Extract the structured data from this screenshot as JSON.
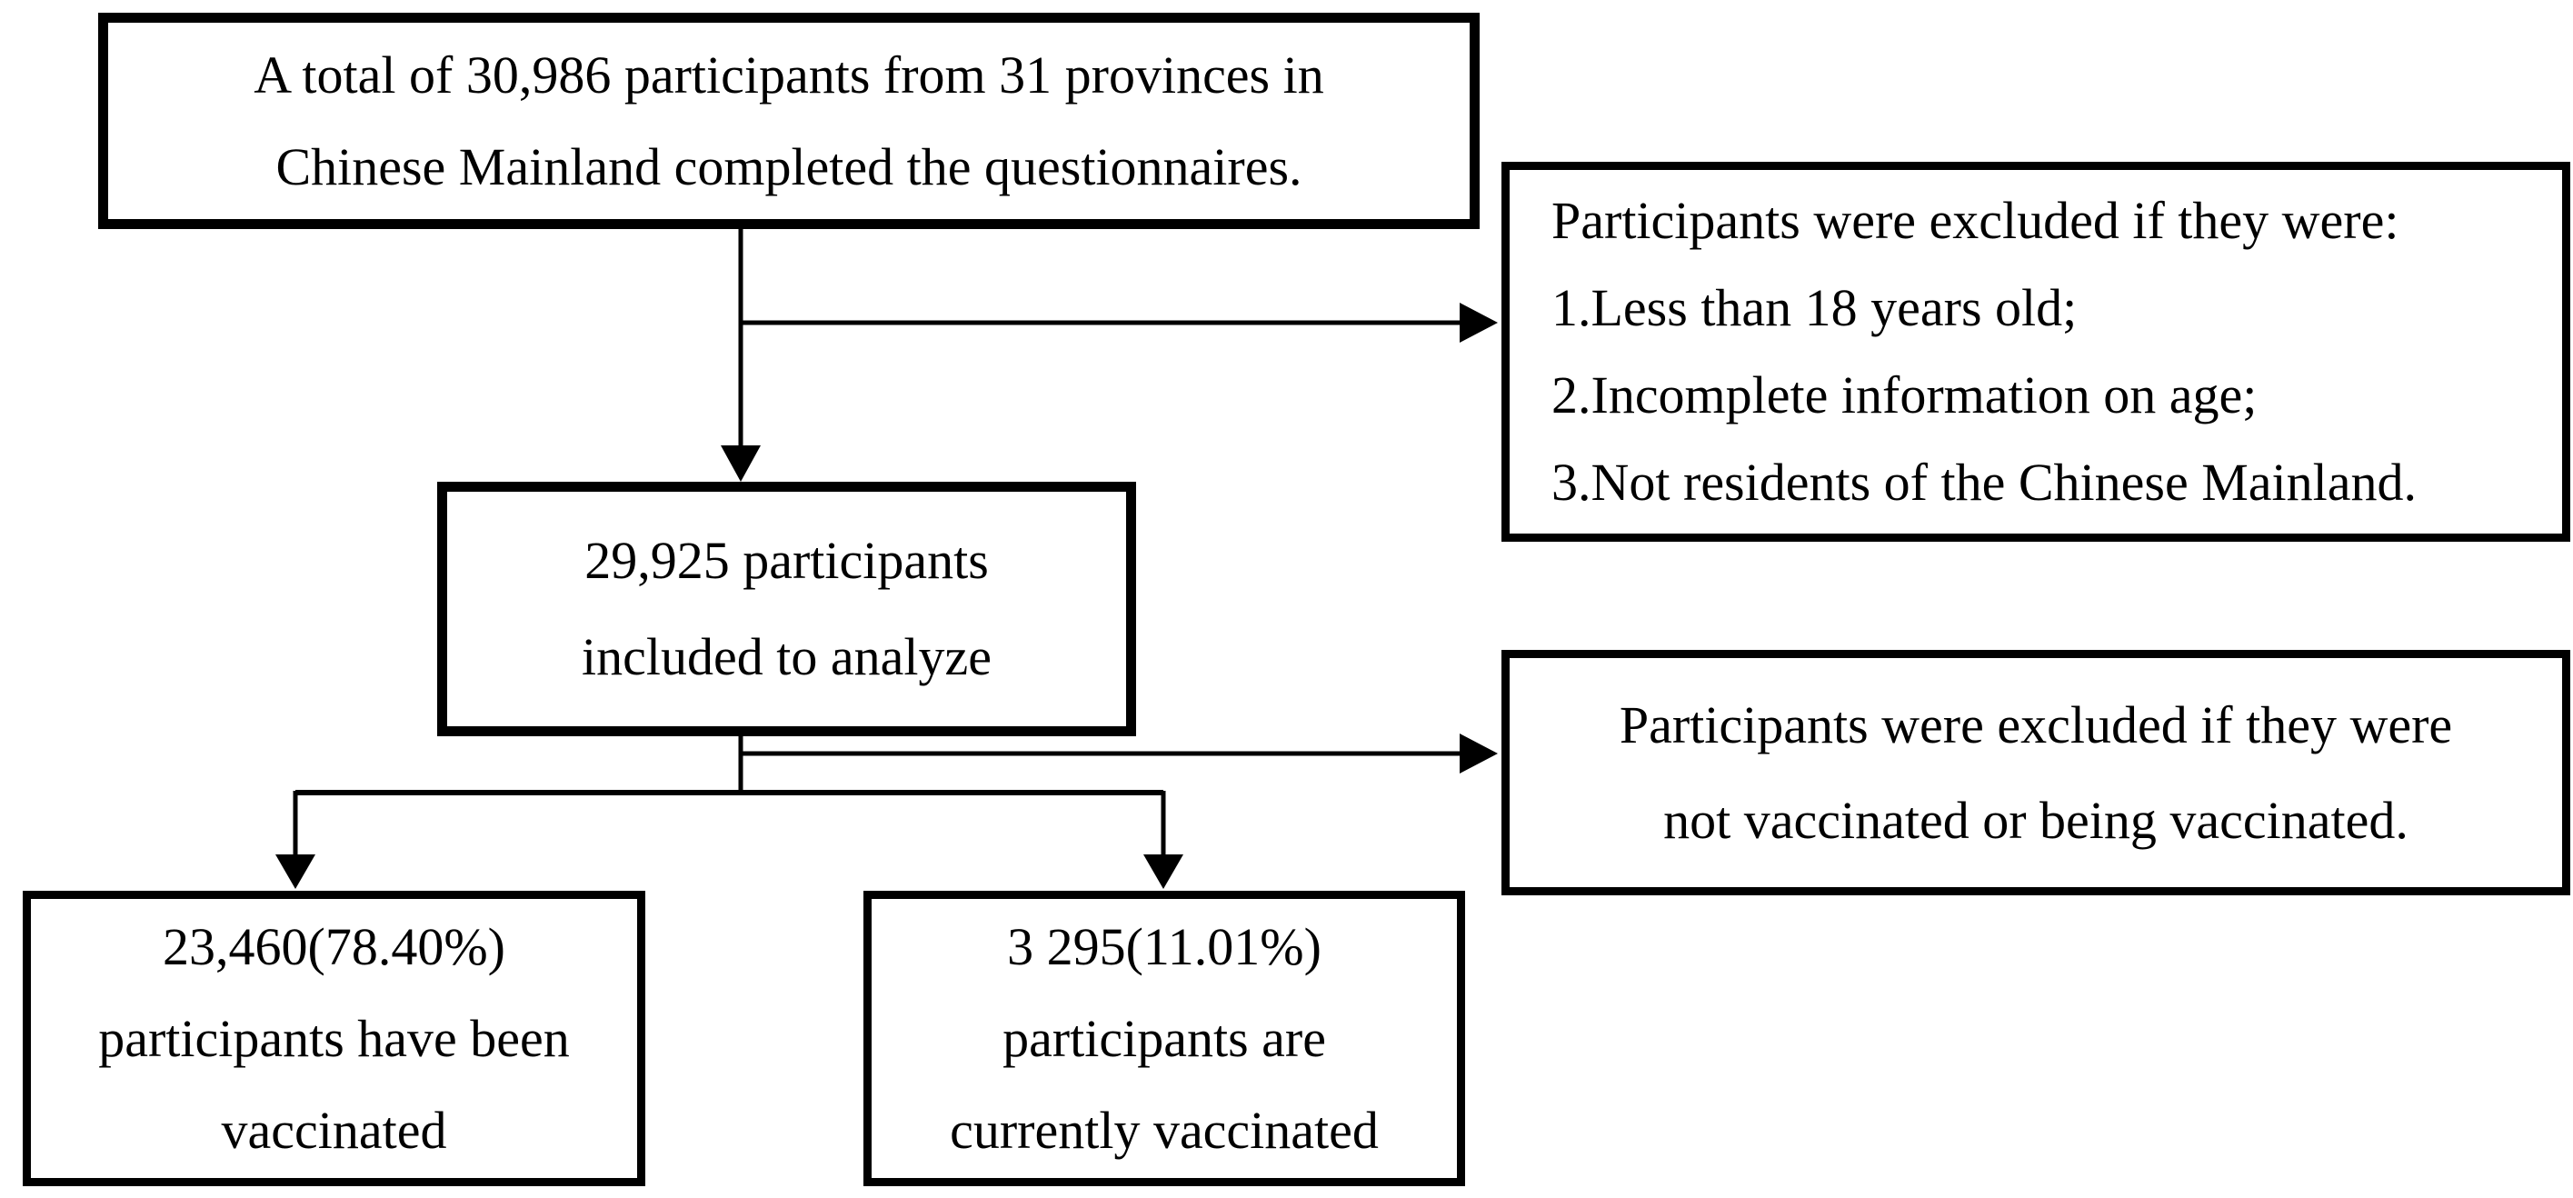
{
  "diagram": {
    "title": "Participant flow chart",
    "background_color": "#ffffff",
    "line_color": "#000000",
    "text_color": "#000000",
    "boxes": {
      "total": {
        "id": "total-participants",
        "lines": [
          "A total of 30,986 participants from 31 provinces in",
          "Chinese Mainland completed the questionnaires."
        ]
      },
      "exclusion1": {
        "id": "exclusion-criteria-1",
        "lines": [
          "Participants were excluded if they were:",
          "1.Less than 18 years old;",
          "2.Incomplete information on age;",
          "3.Not residents of the Chinese Mainland."
        ]
      },
      "included": {
        "id": "included-to-analyze",
        "lines": [
          "29,925 participants",
          "included to analyze"
        ]
      },
      "exclusion2": {
        "id": "exclusion-criteria-2",
        "lines": [
          "Participants were excluded if they were",
          "not vaccinated or being vaccinated."
        ]
      },
      "vaccinated": {
        "id": "have-been-vaccinated",
        "lines": [
          "23,460(78.40%)",
          "participants have been",
          "vaccinated"
        ]
      },
      "currently_vaccinated": {
        "id": "currently-vaccinated",
        "lines": [
          "3 295(11.01%)",
          "participants are",
          "currently vaccinated"
        ]
      }
    },
    "edges": [
      {
        "from": "total-participants",
        "to": "included-to-analyze",
        "type": "arrow"
      },
      {
        "from": "total-participants",
        "to": "exclusion-criteria-1",
        "type": "arrow"
      },
      {
        "from": "included-to-analyze",
        "to": "exclusion-criteria-2",
        "type": "arrow"
      },
      {
        "from": "included-to-analyze",
        "to": "have-been-vaccinated",
        "type": "arrow"
      },
      {
        "from": "included-to-analyze",
        "to": "currently-vaccinated",
        "type": "arrow"
      }
    ]
  }
}
